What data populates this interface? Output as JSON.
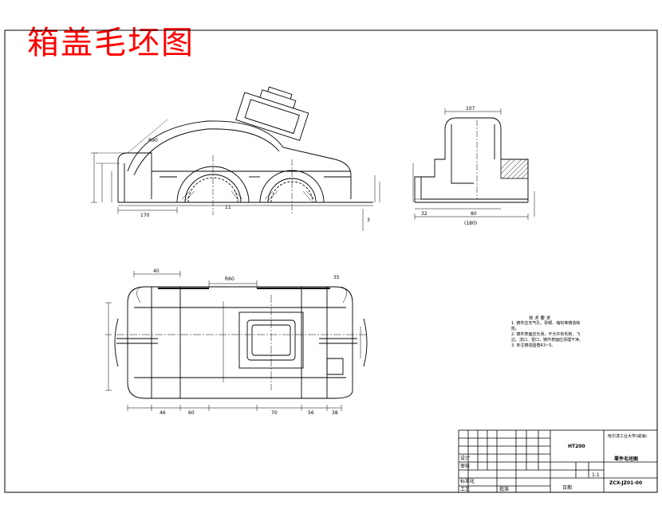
{
  "title": "箱盖毛坯图",
  "dimensions": {
    "front_170": "170",
    "front_dia": "R90",
    "front_11": "11",
    "front_3": "3",
    "side_107": "107",
    "side_32": "32",
    "side_80": "80",
    "side_paren": "(180)",
    "top_40": "40",
    "top_r": "R60",
    "top_46": "46",
    "top_70": "70",
    "top_56": "56",
    "top_38": "38",
    "top_60": "60",
    "top_35": "35"
  },
  "notes": {
    "title": "技 术 要 求",
    "items": [
      "1. 铸件应无气孔、砂眼、缩松等铸造缺陷。",
      "2. 铸件表面应光滑，不允许有毛刺、飞边、浇口、冒口，铸件表面应清理干净。",
      "3. 未注铸造圆角R3~5。"
    ]
  },
  "title_block": {
    "material": "HT200",
    "school": "哈尔滨工业大学(威海)",
    "drawing_name": "零件毛坯图",
    "scale": "1:1",
    "drawing_no": "ZCX-JZ01-00",
    "rows": [
      "设计",
      "审核",
      "工艺",
      "标准化",
      "批准",
      "日期"
    ]
  }
}
